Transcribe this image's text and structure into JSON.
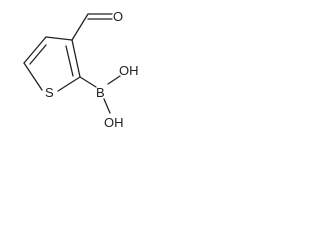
{
  "molecule": {
    "atoms": {
      "formyl_oxygen": "O",
      "ring_sulfur": "S",
      "boron": "B",
      "hydroxyl_upper": "OH",
      "hydroxyl_lower": "OH"
    },
    "colors": {
      "bond": "#222222",
      "text": "#222222",
      "background": "#ffffff"
    }
  }
}
